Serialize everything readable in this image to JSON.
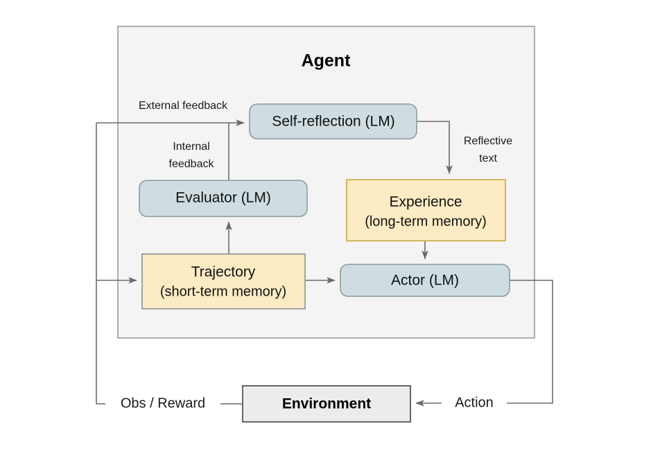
{
  "diagram": {
    "title": "Agent",
    "container": {
      "label": "Agent",
      "fill": "#f4f4f4",
      "stroke": "#9a9a9a"
    },
    "colors": {
      "lm_fill": "#cfdde1",
      "lm_stroke": "#8a9a9e",
      "memory_fill": "#fdebc3",
      "memory_stroke": "#c9a83f",
      "memory_stroke_gray": "#8f8f8f",
      "env_fill": "#ececec",
      "env_stroke": "#555555",
      "edge": "#6b6b6b",
      "text": "#111111"
    },
    "nodes": [
      {
        "id": "self-reflection",
        "label": "Self-reflection (LM)",
        "sublabel": "",
        "kind": "lm",
        "shape": "rounded"
      },
      {
        "id": "evaluator",
        "label": "Evaluator (LM)",
        "sublabel": "",
        "kind": "lm",
        "shape": "rounded"
      },
      {
        "id": "experience",
        "label": "Experience",
        "sublabel": "(long-term memory)",
        "kind": "memory",
        "shape": "rect"
      },
      {
        "id": "trajectory",
        "label": "Trajectory",
        "sublabel": "(short-term memory)",
        "kind": "memory",
        "shape": "rect"
      },
      {
        "id": "actor",
        "label": "Actor (LM)",
        "sublabel": "",
        "kind": "lm",
        "shape": "rounded"
      },
      {
        "id": "environment",
        "label": "Environment",
        "sublabel": "",
        "kind": "env",
        "shape": "rect"
      }
    ],
    "edges": [
      {
        "id": "external-feedback",
        "label": "External feedback",
        "from": "environment",
        "to": "self-reflection"
      },
      {
        "id": "internal-feedback",
        "label_line1": "Internal",
        "label_line2": "feedback",
        "from": "evaluator",
        "to": "self-reflection"
      },
      {
        "id": "reflective-text",
        "label_line1": "Reflective",
        "label_line2": "text",
        "from": "self-reflection",
        "to": "experience"
      },
      {
        "id": "trajectory-to-evaluator",
        "label": "",
        "from": "trajectory",
        "to": "evaluator"
      },
      {
        "id": "experience-to-actor",
        "label": "",
        "from": "experience",
        "to": "actor"
      },
      {
        "id": "trajectory-to-actor",
        "label": "",
        "from": "trajectory",
        "to": "actor"
      },
      {
        "id": "obs-reward",
        "label": "Obs / Reward",
        "from": "environment",
        "to": "trajectory"
      },
      {
        "id": "action",
        "label": "Action",
        "from": "actor",
        "to": "environment"
      }
    ]
  }
}
